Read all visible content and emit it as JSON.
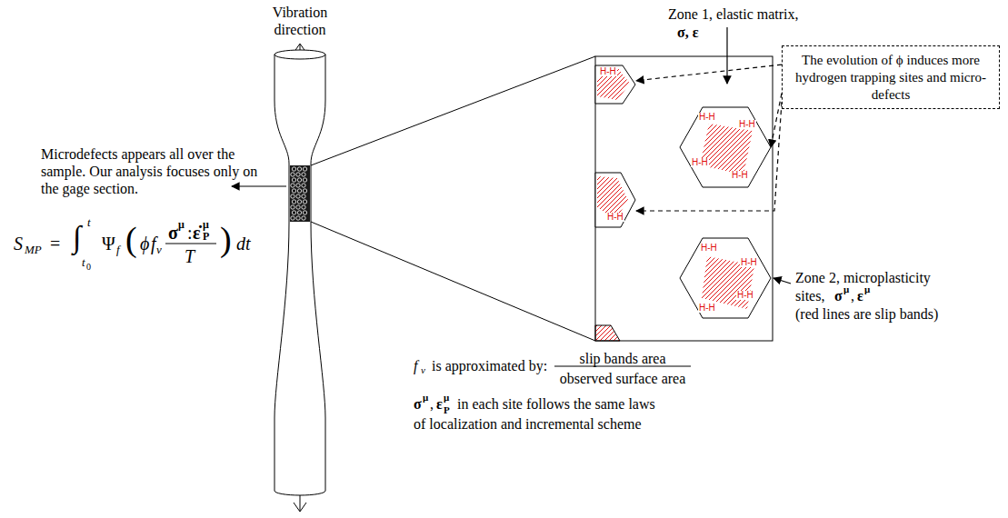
{
  "diagram": {
    "nodes": [
      {
        "text": [
          "The evolution of ϕ induces more hydrogen trapping sites and micro-defects"
        ]
      },
      {
        "text": [
          "H-H"
        ]
      },
      {
        "text": [
          "H-H",
          "H-H",
          "H-H",
          "H-H"
        ]
      },
      {
        "text": [
          "H-H"
        ]
      },
      {
        "text": [
          "H-H",
          "H-H",
          "H-H",
          "H-H"
        ]
      }
    ],
    "edges": [
      {
        "from": 0,
        "to": 1,
        "arrow": "to"
      },
      {
        "from": 0,
        "to": 2,
        "arrow": "to"
      },
      {
        "from": 0,
        "to": 3,
        "arrow": "to"
      }
    ],
    "labels": [
      "Vibration direction",
      "Microdefects appears all over the sample. Our analysis focuses only on the gage section.",
      "S",
      "MP",
      "=",
      "∫",
      "t",
      "t",
      "0",
      "Ψ",
      "f",
      "(",
      "ϕ",
      "f",
      "v",
      "σ",
      "μ",
      ":",
      "ε̇",
      "μ",
      "P",
      "T",
      ")",
      "dt",
      "Zone 1, elastic matrix,",
      "σ, ε",
      "Zone 2, microplasticity",
      "sites,",
      "σ",
      "μ",
      ",",
      "ε",
      "μ",
      "(red lines are slip bands)",
      "f",
      "v",
      "is approximated by:",
      "slip bands area",
      "observed surface area",
      "σ",
      "μ",
      ",",
      "ε",
      "μ",
      "P",
      "in each site follows the same laws",
      "of localization and incremental scheme"
    ]
  }
}
